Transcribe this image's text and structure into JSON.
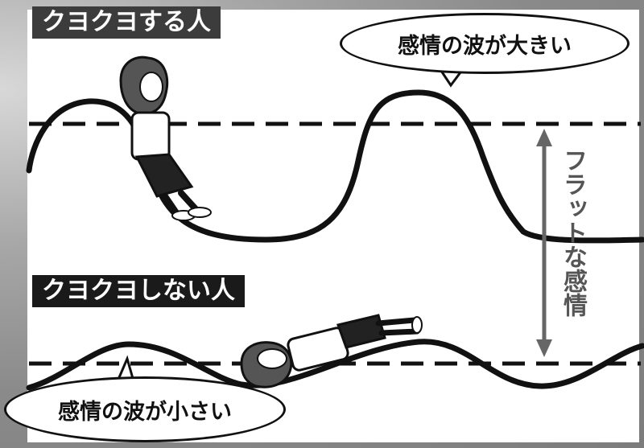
{
  "headings": {
    "wavy_person": "クヨクヨする人",
    "calm_person": "クヨクヨしない人"
  },
  "bubbles": {
    "big_waves": "感情の波が大きい",
    "small_waves": "感情の波が小さい"
  },
  "flat_label": "フラットな感情",
  "colors": {
    "ink": "#111111",
    "arrow": "#666666",
    "label_top_bg": "#3c3c3c",
    "label_bottom_bg": "#1a1a1a"
  }
}
